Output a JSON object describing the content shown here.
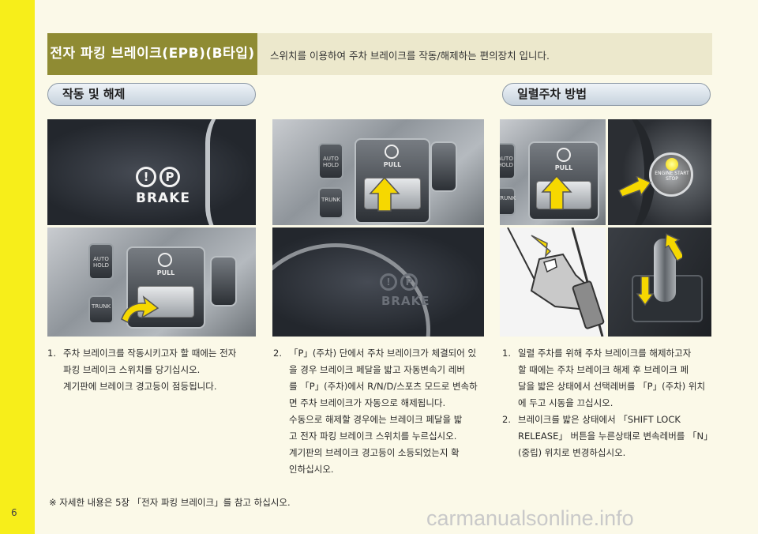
{
  "page_number": "6",
  "header": {
    "title": "전자 파킹 브레이크(EPB)(B타입)",
    "description": "스위치를 이용하여 주차 브레이크를 작동/해제하는 편의장치 입니다."
  },
  "sections": {
    "left_pill": "작동 및 해제",
    "right_pill": "일렬주차 방법"
  },
  "images": {
    "warning_light_labels": [
      "!",
      "P",
      "BRAKE"
    ],
    "console_buttons": [
      "AUTO HOLD",
      "TRUNK",
      "PULL"
    ],
    "start_button_label": "ENGINE START STOP"
  },
  "instructions": {
    "col1": {
      "number": "1.",
      "lines": [
        "주차 브레이크를 작동시키고자 할 때에는 전자",
        "파킹 브레이크 스위치를 당기십시오.",
        "계기판에 브레이크 경고등이 점등됩니다."
      ]
    },
    "col2": {
      "number": "2.",
      "lines": [
        "「P」(주차) 단에서 주차 브레이크가 체결되어 있",
        "을 경우 브레이크 페달을 밟고 자동변속기 레버",
        "를 「P」(주차)에서 R/N/D/스포츠 모드로 변속하",
        "면 주차 브레이크가 자동으로 해제됩니다.",
        "수동으로 해제할 경우에는 브레이크 페달을 밟",
        "고 전자 파킹 브레이크 스위치를 누르십시오.",
        "계기판의 브레이크 경고등이 소등되었는지 확",
        "인하십시오."
      ]
    },
    "col3": [
      {
        "number": "1.",
        "lines": [
          "일렬 주차를 위해 주차 브레이크를 해제하고자",
          "할 때에는 주차 브레이크 해제 후 브레이크 페",
          "달을 밟은 상태에서 선택레버를 「P」(주차) 위치",
          "에 두고 시동을 끄십시오."
        ]
      },
      {
        "number": "2.",
        "lines": [
          "브레이크를 밟은 상태에서 「SHIFT LOCK",
          "RELEASE」 버튼을 누른상태로 변속레버를 「N」",
          "(중립) 위치로 변경하십시오."
        ]
      }
    ]
  },
  "footnote": "※ 자세한 내용은 5장 「전자 파킹 브레이크」를 참고 하십시오.",
  "watermark": "carmanualsonline.info",
  "colors": {
    "side_bar": "#f7ee1a",
    "header_title_bg": "#8f8b33",
    "arrow_fill": "#f6d800"
  }
}
